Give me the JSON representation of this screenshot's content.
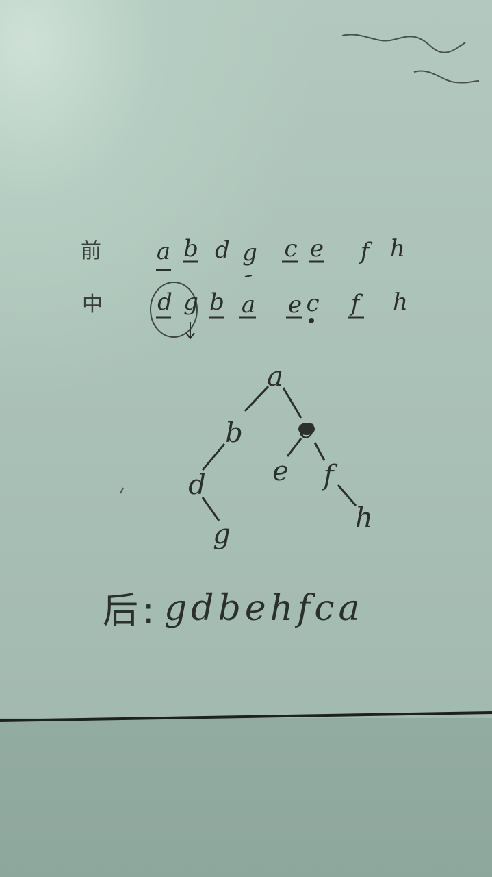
{
  "preorder": {
    "label": "前",
    "letters": [
      "a",
      "b",
      "d",
      "g",
      "c",
      "e",
      "f",
      "h"
    ]
  },
  "inorder": {
    "label": "中",
    "letters": [
      "d",
      "g",
      "b",
      "a",
      "e",
      "c",
      "f",
      "h"
    ]
  },
  "tree": {
    "nodes": [
      "a",
      "b",
      "c",
      "d",
      "e",
      "f",
      "g",
      "h"
    ]
  },
  "postorder": {
    "label": "后:",
    "sequence": "gdbehfca"
  },
  "colors": {
    "ink": "#2b2f2d",
    "paper": "#adc4ba"
  }
}
